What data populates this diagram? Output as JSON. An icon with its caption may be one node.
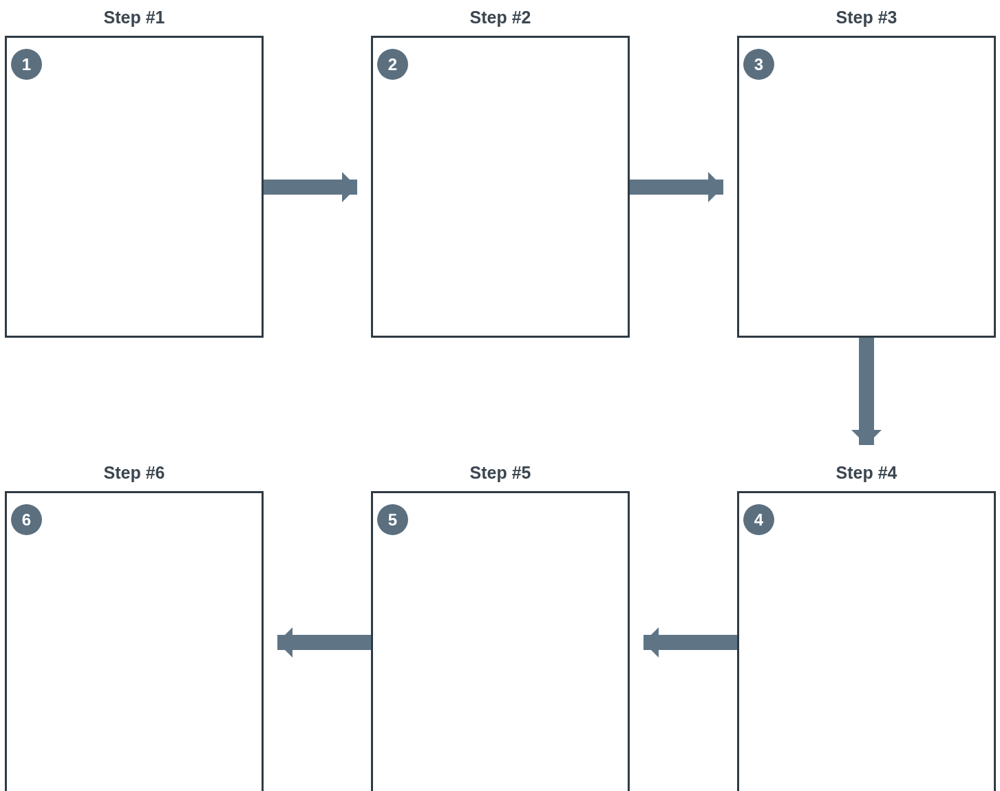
{
  "diagram": {
    "nodes": [
      {
        "text": [
          "Step #1"
        ]
      },
      {
        "text": [
          "1"
        ],
        "in": 0
      },
      {
        "text": [
          "Step #2"
        ]
      },
      {
        "text": [
          "2"
        ],
        "in": 2
      },
      {
        "text": [
          "Step #3"
        ]
      },
      {
        "text": [
          "3"
        ],
        "in": 4
      },
      {
        "text": [
          "Step #6"
        ]
      },
      {
        "text": [
          "6"
        ],
        "in": 6
      },
      {
        "text": [
          "Step #5"
        ]
      },
      {
        "text": [
          "5"
        ],
        "in": 8
      },
      {
        "text": [
          "Step #4"
        ]
      },
      {
        "text": [
          "4"
        ],
        "in": 10
      }
    ],
    "edges": [
      {
        "from": 0,
        "to": 2,
        "arrow": "to"
      },
      {
        "from": 2,
        "to": 4,
        "arrow": "to"
      },
      {
        "from": 4,
        "to": 10,
        "arrow": "to"
      },
      {
        "from": 10,
        "to": 8,
        "arrow": "to"
      },
      {
        "from": 8,
        "to": 6,
        "arrow": "to"
      }
    ]
  }
}
